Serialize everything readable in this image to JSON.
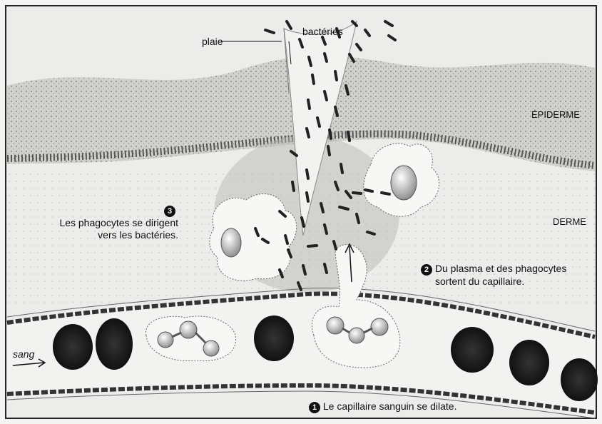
{
  "labels": {
    "plaie": "plaie",
    "bacteries": "bactéries",
    "epiderme": "ÉPIDERME",
    "derme": "DERME",
    "sang": "sang"
  },
  "steps": [
    {
      "number": "1",
      "text": "Le capillaire sanguin se dilate."
    },
    {
      "number": "2",
      "lines": [
        "Du plasma et des phagocytes",
        "sortent du capillaire."
      ]
    },
    {
      "number": "3",
      "lines": [
        "Les phagocytes se dirigent",
        "vers les bactéries."
      ]
    }
  ],
  "colors": {
    "cell": "#111111",
    "tissue": "#dcdcd8",
    "epidermis": "#bdbdb8",
    "background": "#f4f4f2"
  }
}
